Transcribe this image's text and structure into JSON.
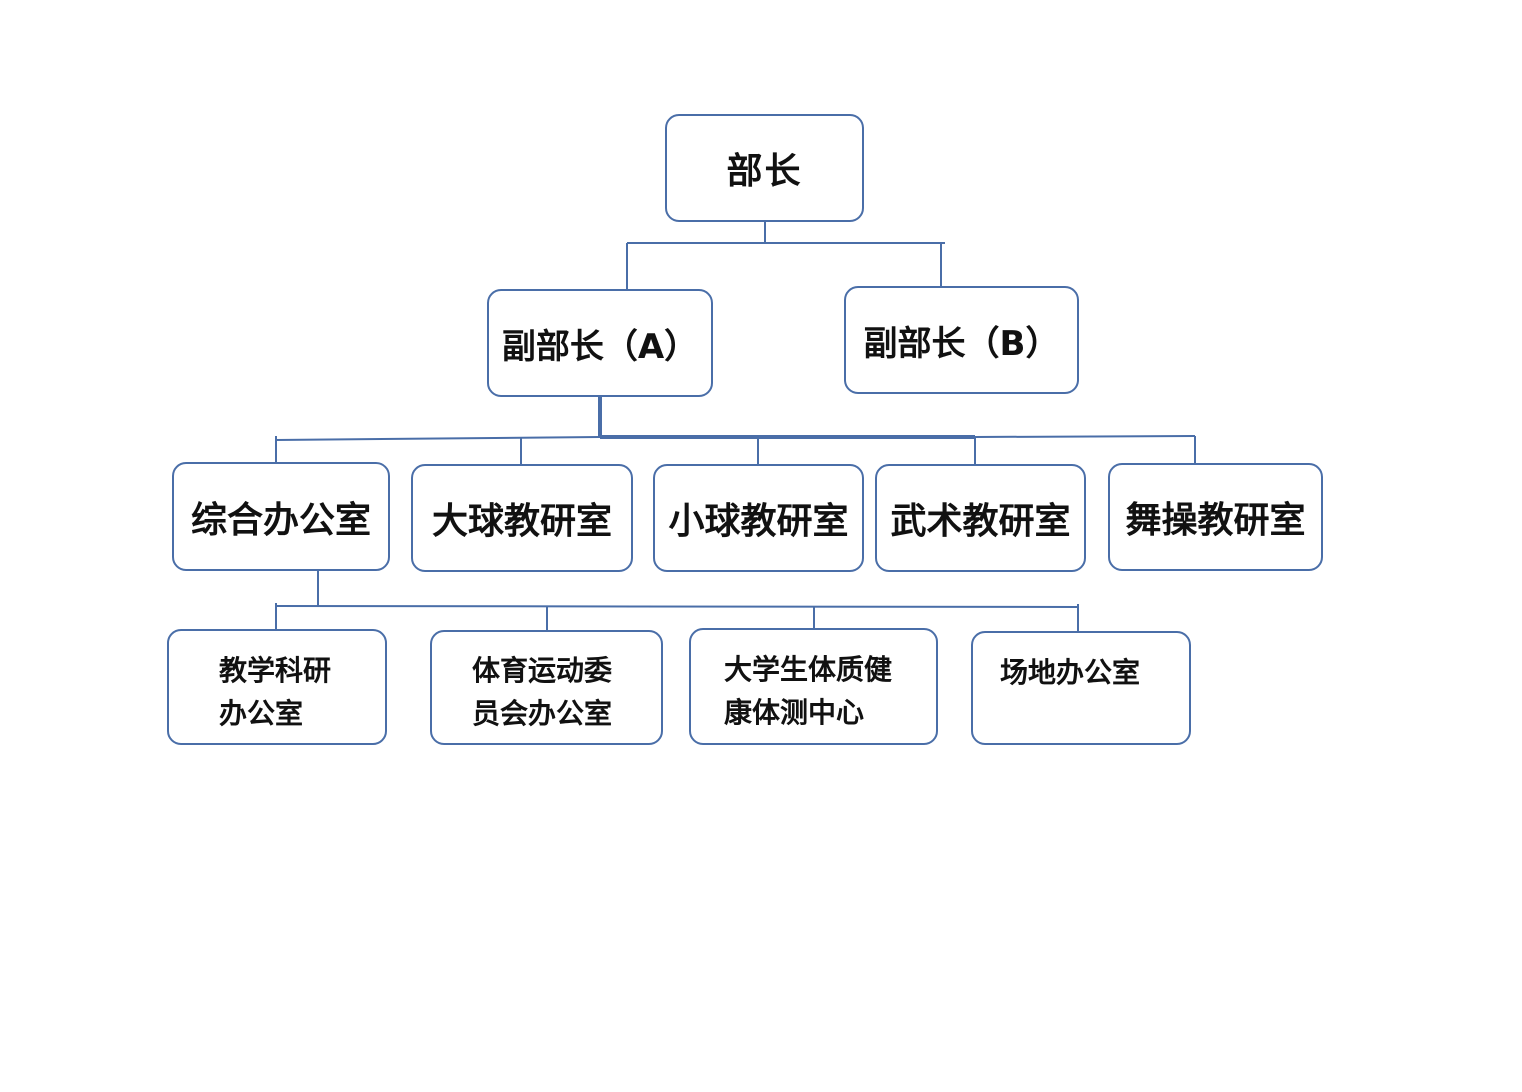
{
  "org_chart": {
    "director": "部长",
    "deputies": [
      "副部长（A）",
      "副部长（B）"
    ],
    "offices": [
      "综合办公室",
      "大球教研室",
      "小球教研室",
      "武术教研室",
      "舞操教研室"
    ],
    "sub_offices": [
      "教学科研\n办公室",
      "体育运动委\n员会办公室",
      "大学生体质健\n康体测中心",
      "场地办公室"
    ]
  },
  "colors": {
    "border": "#4a6ea8",
    "connector": "#4a6ea8",
    "text": "#111111",
    "background": "#ffffff"
  }
}
